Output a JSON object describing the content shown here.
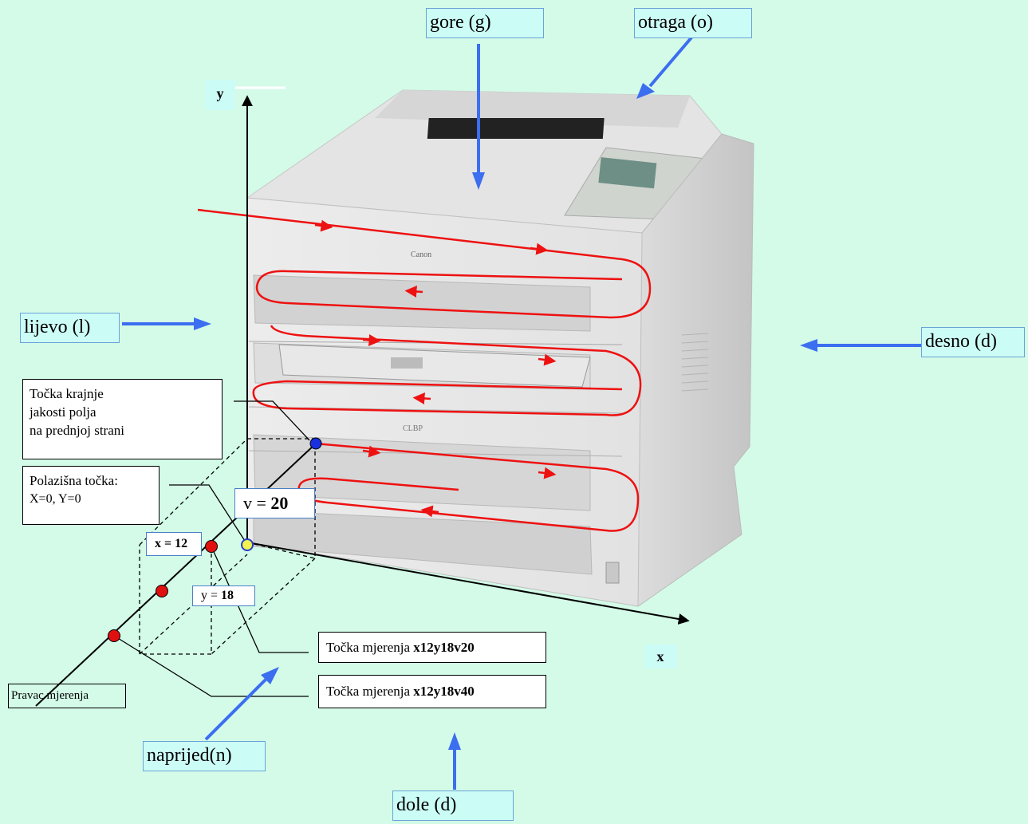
{
  "directions": {
    "up": "gore (g)",
    "back": "otraga (o)",
    "left": "lijevo (l)",
    "right": "desno (d)",
    "front": "naprijed(n)",
    "down": "dole (d)"
  },
  "axes": {
    "y": "y",
    "x": "x"
  },
  "printer": {
    "brand": "Canon",
    "model": "CLBP"
  },
  "labels": {
    "max_point": [
      "Točka krajnje",
      "jakosti polja",
      "na prednjoj strani"
    ],
    "origin_title": "Polazišna točka:",
    "origin_value": "X=0, Y=0",
    "v_prefix": "v = ",
    "v_value": "20",
    "x_prefix": "x = ",
    "x_value": "12",
    "y_prefix": "y = ",
    "y_value": "18",
    "meas1_prefix": "Točka mjerenja ",
    "meas1_code": "x12y18v20",
    "meas2_prefix": "Točka mjerenja ",
    "meas2_code": "x12y18v40",
    "line": "Pravac mjerenja"
  },
  "colors": {
    "background": "#d3fbe8",
    "label_bg": "#ccfcf6",
    "arrow_blue": "#3c6ef0",
    "path_red": "#ee1111"
  }
}
